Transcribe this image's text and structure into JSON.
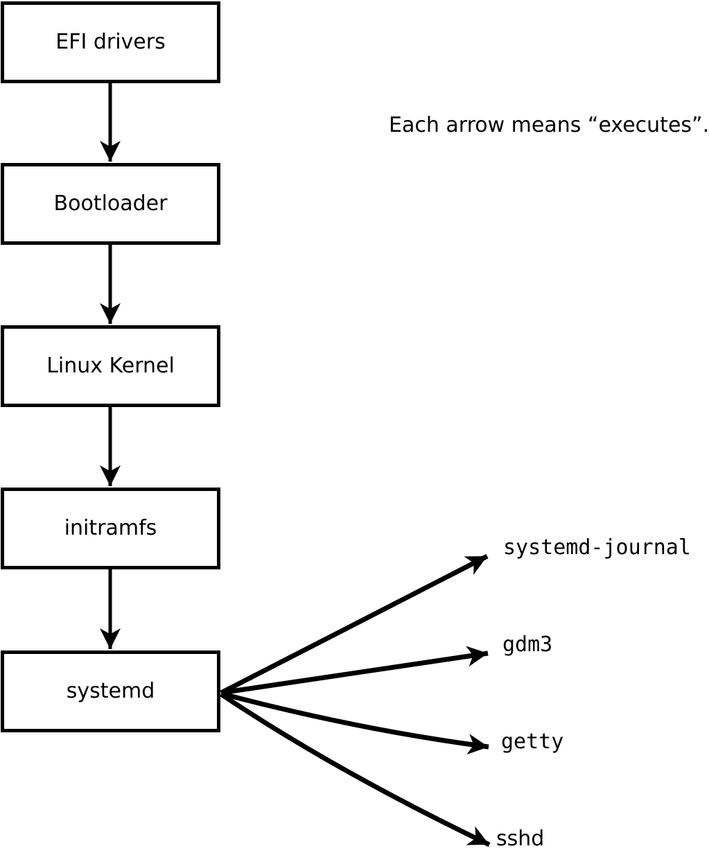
{
  "note": "Each arrow means “executes”.",
  "flow": [
    {
      "label": "EFI drivers"
    },
    {
      "label": "Bootloader"
    },
    {
      "label": "Linux Kernel"
    },
    {
      "label": "initramfs"
    },
    {
      "label": "systemd"
    }
  ],
  "targets": [
    {
      "label": "systemd-journal"
    },
    {
      "label": "gdm3"
    },
    {
      "label": "getty"
    },
    {
      "label": "sshd"
    }
  ],
  "edges": [
    {
      "from": "EFI drivers",
      "to": "Bootloader"
    },
    {
      "from": "Bootloader",
      "to": "Linux Kernel"
    },
    {
      "from": "Linux Kernel",
      "to": "initramfs"
    },
    {
      "from": "initramfs",
      "to": "systemd"
    },
    {
      "from": "systemd",
      "to": "systemd-journal"
    },
    {
      "from": "systemd",
      "to": "gdm3"
    },
    {
      "from": "systemd",
      "to": "getty"
    },
    {
      "from": "systemd",
      "to": "sshd"
    }
  ],
  "colors": {
    "line": "#000000",
    "box_background": "#ffffff",
    "page_background": "#ffffff"
  }
}
